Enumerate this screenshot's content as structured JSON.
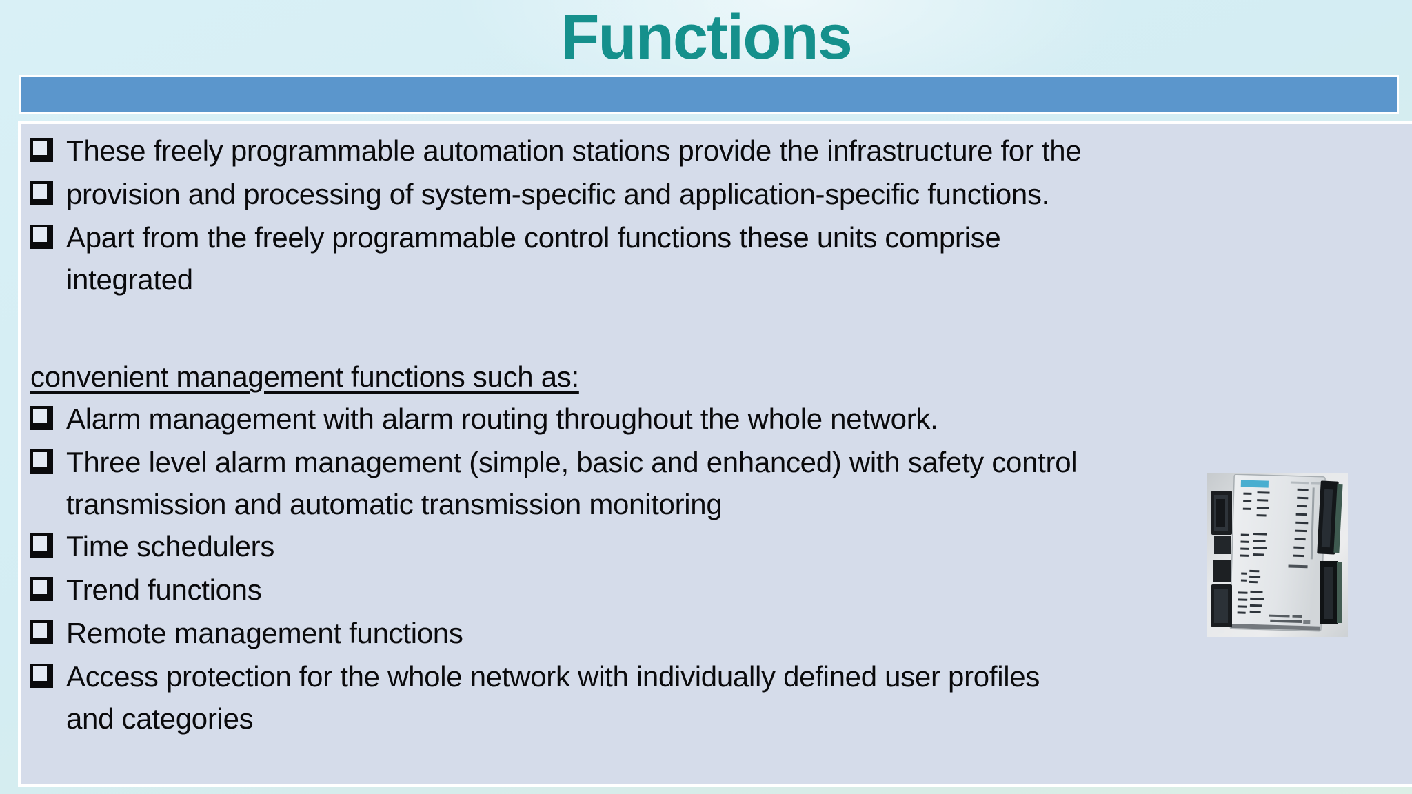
{
  "slide": {
    "title": "Functions",
    "colors": {
      "title_teal": "#15908c",
      "header_bar_blue": "#5b96cc",
      "content_bg": "#d5dcea",
      "page_bg_cyan": "#d6eef4",
      "page_bg_green_tint": "#d8ece6",
      "body_text": "#0a0a0c",
      "frame_white": "#ffffff"
    }
  },
  "content": {
    "bullet_icon": "shadowed-checkbox-square-icon",
    "paragraphs": [
      {
        "type": "bullet",
        "lines": [
          "These freely programmable automation stations provide the infrastructure for the"
        ]
      },
      {
        "type": "bullet",
        "lines": [
          "provision and processing of system-specific and application-specific functions."
        ]
      },
      {
        "type": "bullet",
        "lines": [
          "Apart from the freely programmable control functions these units comprise",
          "integrated"
        ]
      },
      {
        "type": "spacer",
        "lines": []
      },
      {
        "type": "heading",
        "lines": [
          "convenient management functions such as:"
        ]
      },
      {
        "type": "bullet",
        "lines": [
          "Alarm management with alarm routing throughout the whole network."
        ]
      },
      {
        "type": "bullet",
        "lines": [
          "Three level alarm management (simple, basic and enhanced) with safety control",
          "transmission and automatic transmission monitoring"
        ]
      },
      {
        "type": "bullet",
        "lines": [
          "Time schedulers"
        ]
      },
      {
        "type": "bullet",
        "lines": [
          "Trend functions"
        ]
      },
      {
        "type": "bullet",
        "lines": [
          "Remote management functions"
        ]
      },
      {
        "type": "bullet",
        "lines": [
          "Access protection for the whole network with individually defined user profiles",
          "and categories"
        ]
      }
    ],
    "photo": {
      "name": "automation-station-photo",
      "logo_color": "#49aed0"
    }
  }
}
